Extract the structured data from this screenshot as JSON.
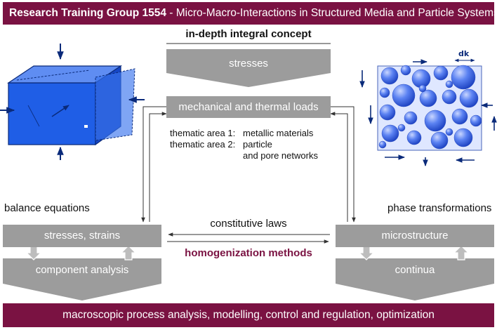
{
  "header": {
    "title_bold": "Research Training Group 1554",
    "title_rest": " - Micro-Macro-Interactions in Structured Media and Particle Systems"
  },
  "concept": {
    "heading": "in-depth integral concept",
    "stresses": "stresses",
    "loads": "mechanical and thermal loads",
    "area1_label": "thematic area 1:",
    "area1_value": "metallic materials",
    "area2_label": "thematic area 2:",
    "area2_value_line1": "particle",
    "area2_value_line2": "and pore networks"
  },
  "left": {
    "heading": "balance equations",
    "top_box": "stresses, strains",
    "bottom_box": "component analysis"
  },
  "right": {
    "heading": "phase transformations",
    "top_box": "microstructure",
    "bottom_box": "continua"
  },
  "middle": {
    "constitutive": "constitutive laws",
    "homogenization": "homogenization methods"
  },
  "footer": {
    "text": "macroscopic process analysis, modelling, control and regulation, optimization"
  },
  "figure_labels": {
    "dk": "dk"
  },
  "colors": {
    "brand": "#7a1242",
    "box_grey": "#9c9c9c",
    "volume_blue": "#1f5ee6",
    "particle_blue": "#3f6ff0"
  }
}
